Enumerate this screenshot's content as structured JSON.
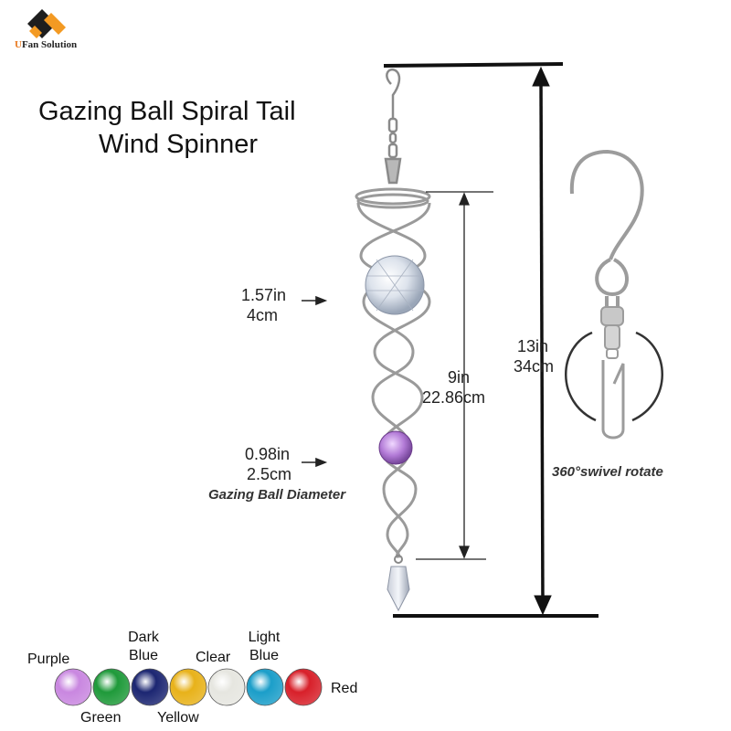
{
  "brand": {
    "logo_text_prefix": "U",
    "logo_text_rest": "Fan Solution",
    "accent_color": "#f39a23",
    "dark_color": "#1e1e1e"
  },
  "title": {
    "line1": "Gazing Ball Spiral Tail",
    "line2": "Wind Spinner"
  },
  "measurements": {
    "large_ball_in": "1.57in",
    "large_ball_cm": "4cm",
    "small_ball_in": "0.98in",
    "small_ball_cm": "2.5cm",
    "ball_caption": "Gazing Ball Diameter",
    "spiral_in": "9in",
    "spiral_cm": "22.86cm",
    "total_in": "13in",
    "total_cm": "34cm",
    "swivel_caption": "360°swivel rotate"
  },
  "colors": [
    {
      "label": "Purple",
      "hex": "#c987e0"
    },
    {
      "label": "Green",
      "hex": "#1f9a3a"
    },
    {
      "label": "Dark Blue",
      "hex": "#1c2672"
    },
    {
      "label": "Yellow",
      "hex": "#e8b21a"
    },
    {
      "label": "Clear",
      "hex": "#e6e6e0"
    },
    {
      "label": "Light Blue",
      "hex": "#1b9ec9"
    },
    {
      "label": "Red",
      "hex": "#d8202a"
    }
  ]
}
